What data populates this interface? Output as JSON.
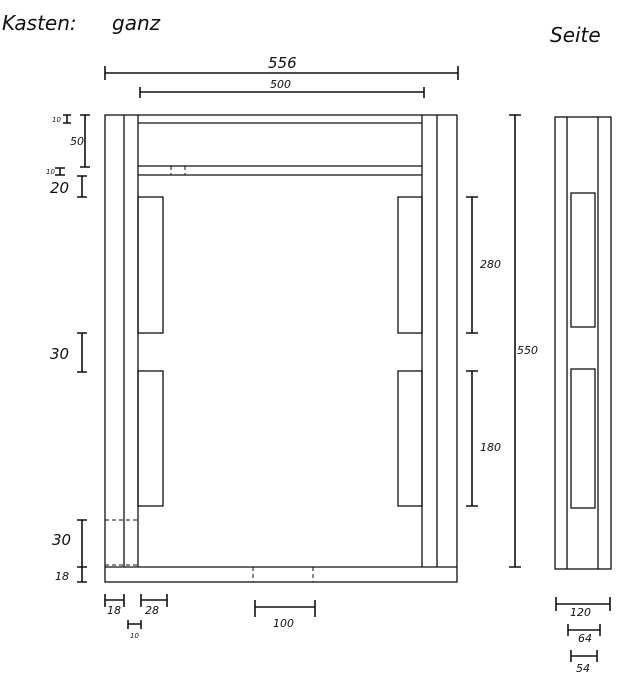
{
  "title": {
    "label": "Kasten:",
    "variant": "ganz",
    "side_title": "Seite"
  },
  "front": {
    "width_total": "556",
    "width_inner": "500",
    "height_total": "550",
    "top_rail_thickness": "10",
    "top_gap": "50",
    "mid_rail_thickness": "10",
    "panel_offset_top": "20",
    "panel_gap": "30",
    "bottom_gap": "30",
    "bottom_board": "18",
    "panel_upper_height": "280",
    "panel_lower_height": "180",
    "post_width": "18",
    "panel_width": "28",
    "post_gap": "10",
    "slot_width": "100"
  },
  "side": {
    "depth": "120",
    "inner": "64",
    "panel": "54"
  }
}
